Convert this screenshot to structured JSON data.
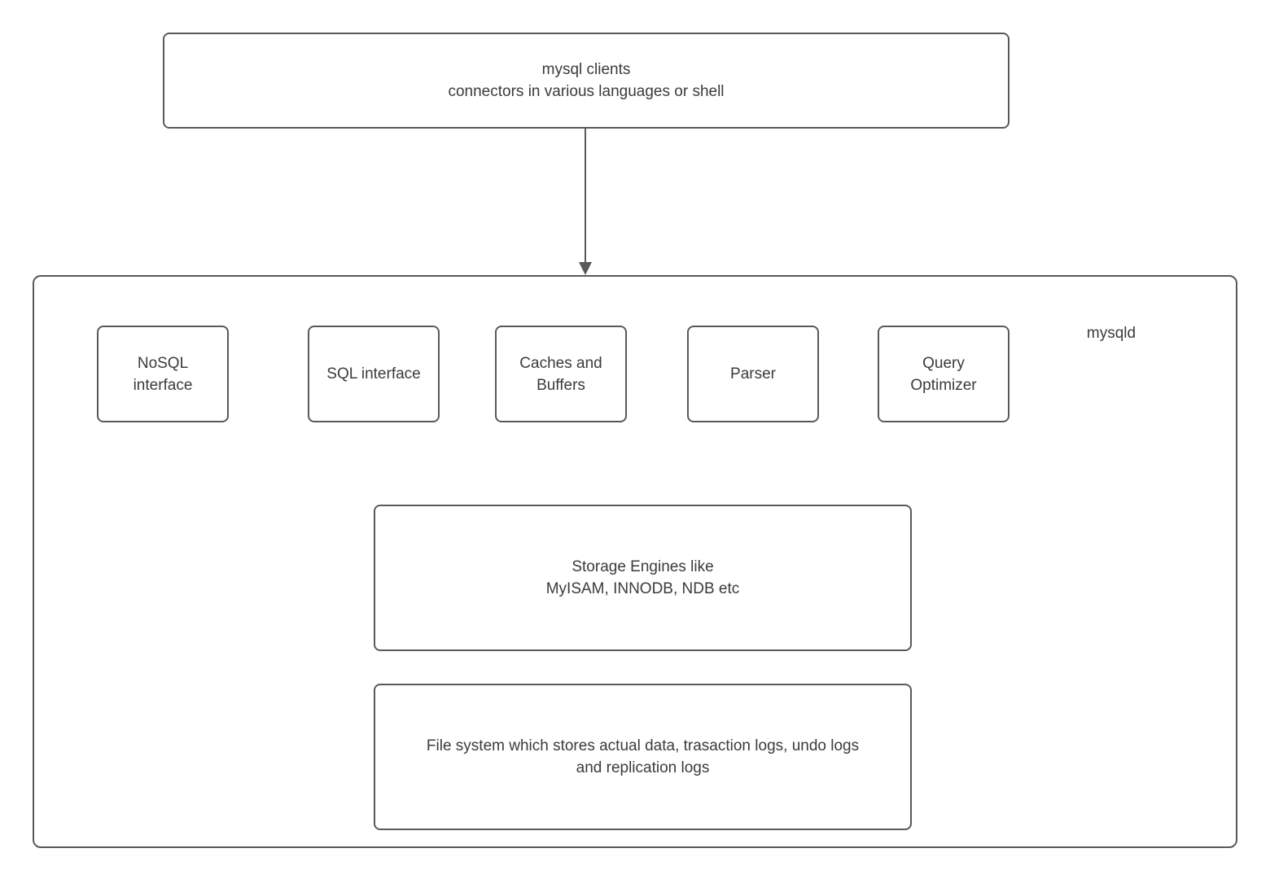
{
  "diagram": {
    "title_semantic": "MySQL architecture diagram",
    "colors": {
      "border": "#595959",
      "text": "#3b3b3b",
      "background": "#ffffff"
    },
    "client_box": {
      "lines": [
        "mysql clients",
        "connectors in various languages or shell"
      ]
    },
    "arrow": {
      "from": "client_box",
      "to": "mysqld_box",
      "direction": "down"
    },
    "mysqld_label": "mysqld",
    "components": [
      {
        "id": "nosql-interface",
        "label": "NoSQL interface"
      },
      {
        "id": "sql-interface",
        "label": "SQL interface"
      },
      {
        "id": "caches-and-buffers",
        "label": "Caches and Buffers"
      },
      {
        "id": "parser",
        "label": "Parser"
      },
      {
        "id": "query-optimizer",
        "label": "Query Optimizer"
      }
    ],
    "storage_box": {
      "lines": [
        "Storage Engines like",
        "MyISAM, INNODB, NDB etc"
      ]
    },
    "filesystem_box": {
      "lines": [
        "File system which stores actual data, trasaction logs, undo logs",
        "and replication logs"
      ]
    }
  }
}
